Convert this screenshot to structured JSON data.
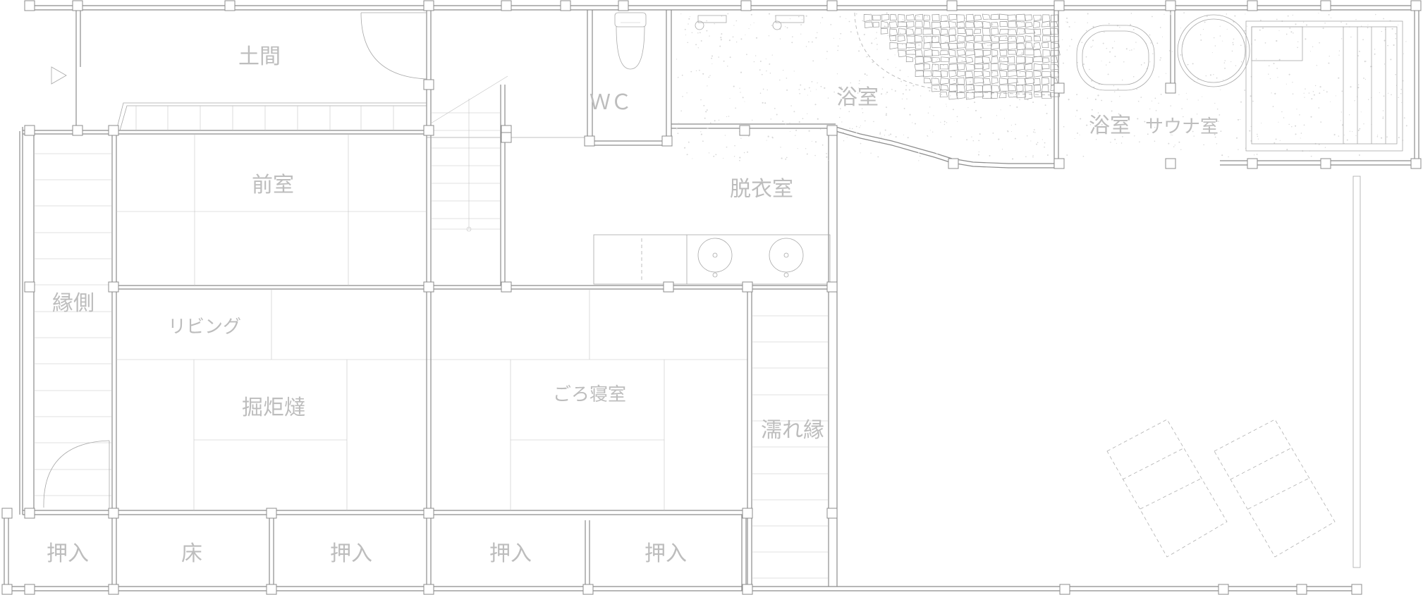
{
  "rooms": {
    "doma": "土間",
    "wc": "ＷＣ",
    "bath_main": "浴室",
    "bath_outdoor": "浴室",
    "sauna": "サウナ室",
    "zenshitsu": "前室",
    "datsuijo": "脱衣室",
    "engawa": "縁側",
    "living": "リビング",
    "horigotatsu": "掘炬燵",
    "gorone": "ごろ寝室",
    "nureen": "濡れ縁",
    "oshiire_1": "押入",
    "toko": "床",
    "oshiire_2": "押入",
    "oshiire_3": "押入",
    "oshiire_4": "押入"
  }
}
